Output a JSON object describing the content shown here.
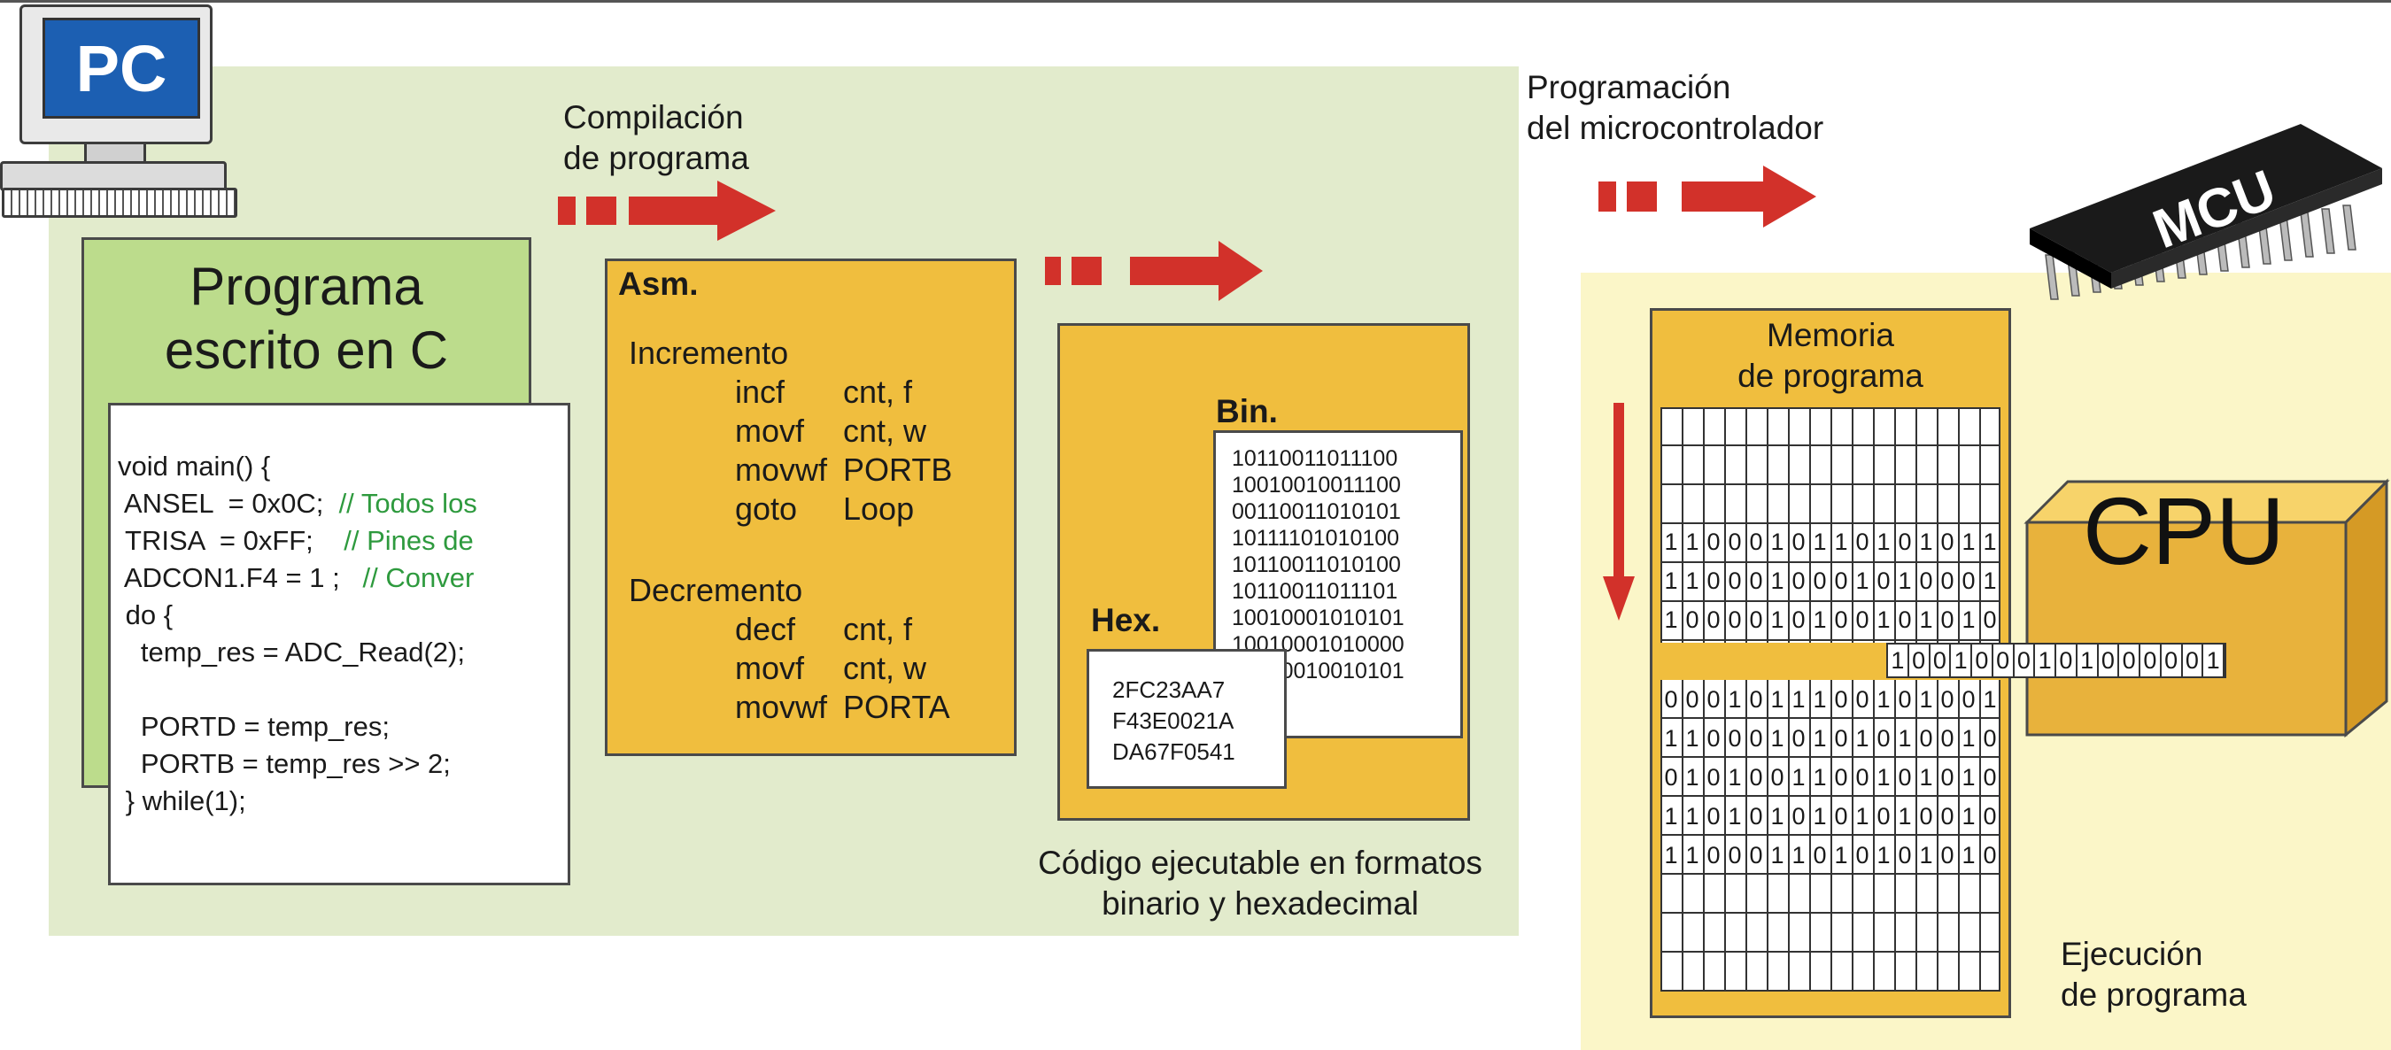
{
  "pc": {
    "label": "PC"
  },
  "c_program": {
    "title_line1": "Programa",
    "title_line2": "escrito en C",
    "code": [
      {
        "code": "void main() {",
        "comment": ""
      },
      {
        "code": " ANSEL  = 0x0C;  ",
        "comment": "// Todos los"
      },
      {
        "code": " TRISA  = 0xFF;    ",
        "comment": "// Pines de"
      },
      {
        "code": " ADCON1.F4 = 1 ;   ",
        "comment": "// Conver"
      },
      {
        "code": " do {",
        "comment": ""
      },
      {
        "code": "   temp_res = ADC_Read(2);",
        "comment": ""
      },
      {
        "code": "",
        "comment": ""
      },
      {
        "code": "   PORTD = temp_res;",
        "comment": ""
      },
      {
        "code": "   PORTB = temp_res >> 2;",
        "comment": ""
      },
      {
        "code": " } while(1);",
        "comment": ""
      }
    ]
  },
  "compile": {
    "line1": "Compilación",
    "line2": "de programa"
  },
  "asm": {
    "title": "Asm.",
    "block1_label": "Incremento",
    "block1": [
      [
        "incf",
        "cnt, f"
      ],
      [
        "movf",
        "cnt, w"
      ],
      [
        "movwf",
        "PORTB"
      ],
      [
        "goto",
        "Loop"
      ]
    ],
    "block2_label": "Decremento",
    "block2": [
      [
        "decf",
        "cnt, f"
      ],
      [
        "movf",
        "cnt, w"
      ],
      [
        "movwf",
        "PORTA"
      ]
    ]
  },
  "bin": {
    "title": "Bin.",
    "lines": [
      "10110011011100",
      "10010010011100",
      "00110011010101",
      "10111101010100",
      "10110011010100",
      "10110011011101",
      "10010001010101",
      "10010001010000",
      "10010010010101"
    ]
  },
  "hex": {
    "title": "Hex.",
    "lines": [
      "2FC23AA7",
      "F43E0021A",
      "DA67F0541"
    ]
  },
  "exec_formats": {
    "line1": "Código ejecutable en formatos",
    "line2": "binario y hexadecimal"
  },
  "programming": {
    "line1": "Programación",
    "line2": "del microcontrolador"
  },
  "mcu": {
    "label": "MCU"
  },
  "memory": {
    "title_line1": "Memoria",
    "title_line2": "de programa",
    "rows_top": [
      "1100010110101011",
      "1100010001010001",
      "1000010100101010"
    ],
    "rows_bottom": [
      "0001011100101001",
      "1100010101010010",
      "0101001100101010",
      "1101010101010010",
      "1100011010101010"
    ]
  },
  "cpu": {
    "label": "CPU",
    "data_bits": "1001000101000001"
  },
  "execution": {
    "line1": "Ejecución",
    "line2": "de programa"
  },
  "colors": {
    "arrow": "#d2312a",
    "green_panel": "#e2ebcc",
    "yellow_panel": "#fbf6c8",
    "box_orange": "#f0be3e",
    "box_green": "#bcdc8c",
    "comment": "#2e9a3e"
  }
}
